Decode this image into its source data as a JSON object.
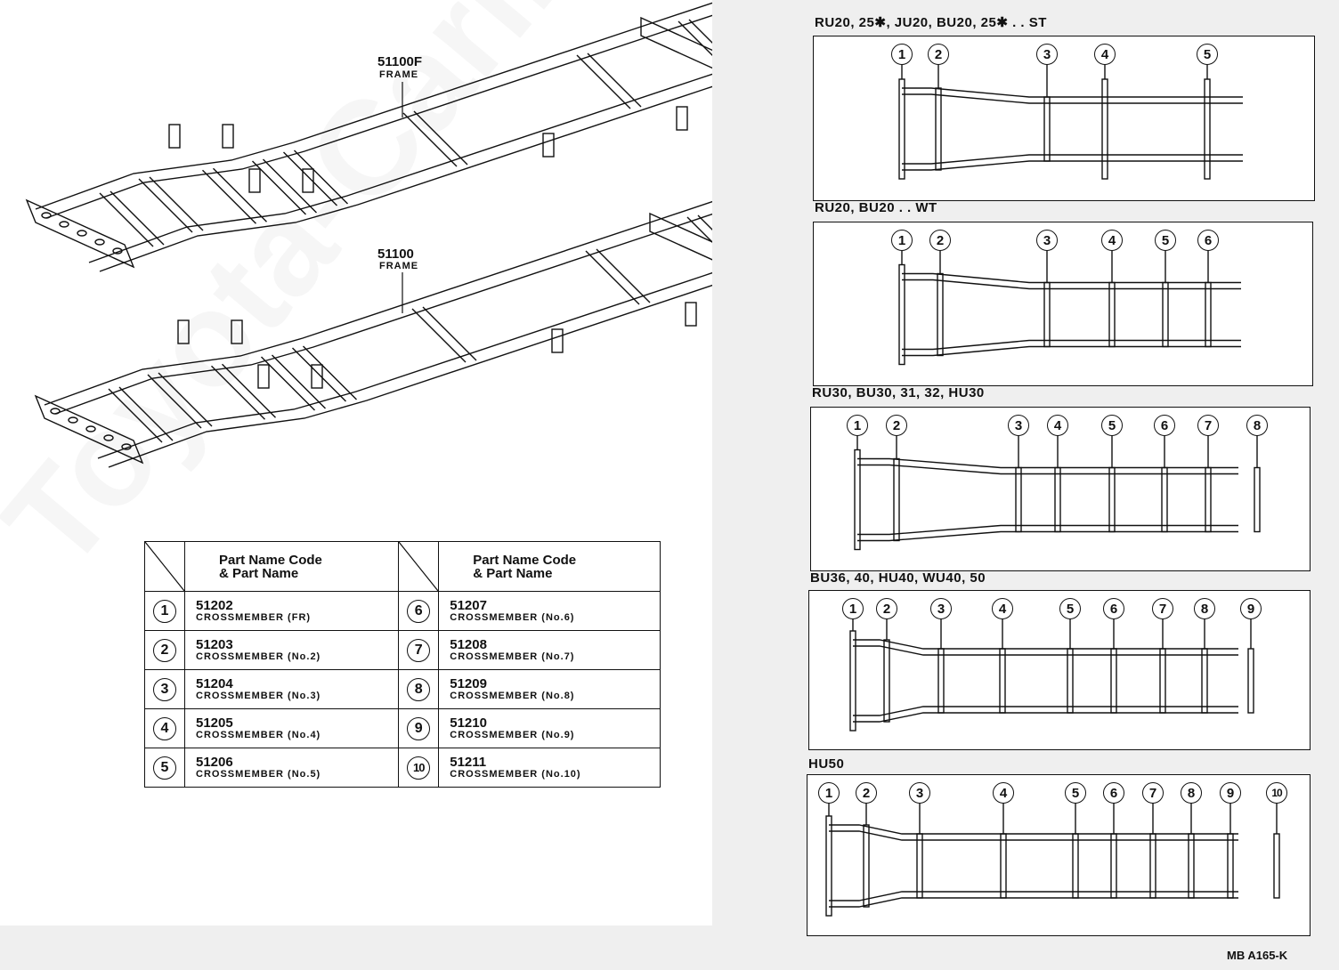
{
  "frames": [
    {
      "code": "51100F",
      "name": "FRAME"
    },
    {
      "code": "51100",
      "name": "FRAME"
    }
  ],
  "table": {
    "header": "Part Name Code & Part Name",
    "header_line1": "Part Name Code",
    "header_line2": "& Part Name",
    "rows": [
      {
        "num": "1",
        "code": "51202",
        "name": "CROSSMEMBER (FR)"
      },
      {
        "num": "2",
        "code": "51203",
        "name": "CROSSMEMBER (No.2)"
      },
      {
        "num": "3",
        "code": "51204",
        "name": "CROSSMEMBER (No.3)"
      },
      {
        "num": "4",
        "code": "51205",
        "name": "CROSSMEMBER (No.4)"
      },
      {
        "num": "5",
        "code": "51206",
        "name": "CROSSMEMBER (No.5)"
      },
      {
        "num": "6",
        "code": "51207",
        "name": "CROSSMEMBER (No.6)"
      },
      {
        "num": "7",
        "code": "51208",
        "name": "CROSSMEMBER (No.7)"
      },
      {
        "num": "8",
        "code": "51209",
        "name": "CROSSMEMBER (No.8)"
      },
      {
        "num": "9",
        "code": "51210",
        "name": "CROSSMEMBER (No.9)"
      },
      {
        "num": "10",
        "code": "51211",
        "name": "CROSSMEMBER (No.10)"
      }
    ]
  },
  "variants": [
    {
      "title": "RU20, 25✱, JU20, BU20, 25✱ . . ST",
      "members": [
        "1",
        "2",
        "3",
        "4",
        "5"
      ]
    },
    {
      "title": "RU20, BU20 . . WT",
      "members": [
        "1",
        "2",
        "3",
        "4",
        "5",
        "6"
      ]
    },
    {
      "title": "RU30, BU30, 31, 32, HU30",
      "members": [
        "1",
        "2",
        "3",
        "4",
        "5",
        "6",
        "7",
        "8"
      ]
    },
    {
      "title": "BU36, 40, HU40, WU40, 50",
      "members": [
        "1",
        "2",
        "3",
        "4",
        "5",
        "6",
        "7",
        "8",
        "9"
      ]
    },
    {
      "title": "HU50",
      "members": [
        "1",
        "2",
        "3",
        "4",
        "5",
        "6",
        "7",
        "8",
        "9",
        "10"
      ]
    }
  ],
  "footer": "MB A165-K",
  "watermark": "Toyota-Carline.ru"
}
